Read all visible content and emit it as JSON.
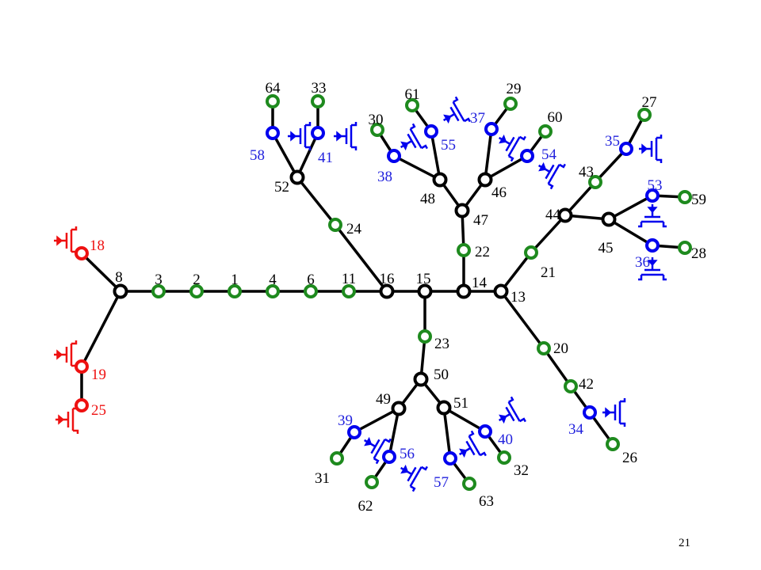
{
  "page_number": "21",
  "colors": {
    "line": "#000000",
    "bus_black": "#000000",
    "bus_green": "#1e8a1e",
    "bus_blue": "#0000ee",
    "bus_red": "#ee1111",
    "label_black": "#000000",
    "label_blue": "#2222dd",
    "label_red": "#ee1111"
  },
  "icon_legend": {
    "transformer_symbol": "transformer-icon"
  },
  "nodes": [
    {
      "id": "8",
      "color": "black"
    },
    {
      "id": "3",
      "color": "green"
    },
    {
      "id": "2",
      "color": "green"
    },
    {
      "id": "1",
      "color": "green"
    },
    {
      "id": "4",
      "color": "green"
    },
    {
      "id": "6",
      "color": "green"
    },
    {
      "id": "11",
      "color": "green"
    },
    {
      "id": "16",
      "color": "black"
    },
    {
      "id": "15",
      "color": "black"
    },
    {
      "id": "14",
      "color": "black"
    },
    {
      "id": "13",
      "color": "black"
    },
    {
      "id": "18",
      "color": "red"
    },
    {
      "id": "19",
      "color": "red"
    },
    {
      "id": "25",
      "color": "red"
    },
    {
      "id": "24",
      "color": "green"
    },
    {
      "id": "52",
      "color": "black"
    },
    {
      "id": "58",
      "color": "blue"
    },
    {
      "id": "41",
      "color": "blue"
    },
    {
      "id": "64",
      "color": "green"
    },
    {
      "id": "33",
      "color": "green"
    },
    {
      "id": "22",
      "color": "green"
    },
    {
      "id": "47",
      "color": "black"
    },
    {
      "id": "48",
      "color": "black"
    },
    {
      "id": "46",
      "color": "black"
    },
    {
      "id": "38",
      "color": "blue"
    },
    {
      "id": "30",
      "color": "green"
    },
    {
      "id": "55",
      "color": "blue"
    },
    {
      "id": "61",
      "color": "green"
    },
    {
      "id": "37",
      "color": "blue"
    },
    {
      "id": "29",
      "color": "green"
    },
    {
      "id": "54",
      "color": "blue"
    },
    {
      "id": "60",
      "color": "green"
    },
    {
      "id": "21",
      "color": "green"
    },
    {
      "id": "44",
      "color": "black"
    },
    {
      "id": "43",
      "color": "green"
    },
    {
      "id": "35",
      "color": "blue"
    },
    {
      "id": "27",
      "color": "green"
    },
    {
      "id": "45",
      "color": "black"
    },
    {
      "id": "53",
      "color": "blue"
    },
    {
      "id": "59",
      "color": "green"
    },
    {
      "id": "36",
      "color": "blue"
    },
    {
      "id": "28",
      "color": "green"
    },
    {
      "id": "20",
      "color": "green"
    },
    {
      "id": "42",
      "color": "green"
    },
    {
      "id": "34",
      "color": "blue"
    },
    {
      "id": "26",
      "color": "green"
    },
    {
      "id": "23",
      "color": "green"
    },
    {
      "id": "50",
      "color": "black"
    },
    {
      "id": "49",
      "color": "black"
    },
    {
      "id": "51",
      "color": "black"
    },
    {
      "id": "39",
      "color": "blue"
    },
    {
      "id": "31",
      "color": "green"
    },
    {
      "id": "56",
      "color": "blue"
    },
    {
      "id": "62",
      "color": "green"
    },
    {
      "id": "57",
      "color": "blue"
    },
    {
      "id": "63",
      "color": "green"
    },
    {
      "id": "40",
      "color": "blue"
    },
    {
      "id": "32",
      "color": "green"
    }
  ],
  "edges": [
    [
      "8",
      "3"
    ],
    [
      "3",
      "2"
    ],
    [
      "2",
      "1"
    ],
    [
      "1",
      "4"
    ],
    [
      "4",
      "6"
    ],
    [
      "6",
      "11"
    ],
    [
      "11",
      "16"
    ],
    [
      "16",
      "15"
    ],
    [
      "15",
      "14"
    ],
    [
      "14",
      "13"
    ],
    [
      "8",
      "18"
    ],
    [
      "8",
      "19"
    ],
    [
      "19",
      "25"
    ],
    [
      "16",
      "24"
    ],
    [
      "24",
      "52"
    ],
    [
      "52",
      "58"
    ],
    [
      "52",
      "41"
    ],
    [
      "58",
      "64"
    ],
    [
      "41",
      "33"
    ],
    [
      "14",
      "22"
    ],
    [
      "22",
      "47"
    ],
    [
      "47",
      "48"
    ],
    [
      "47",
      "46"
    ],
    [
      "48",
      "38"
    ],
    [
      "38",
      "30"
    ],
    [
      "48",
      "55"
    ],
    [
      "55",
      "61"
    ],
    [
      "46",
      "37"
    ],
    [
      "37",
      "29"
    ],
    [
      "46",
      "54"
    ],
    [
      "54",
      "60"
    ],
    [
      "13",
      "21"
    ],
    [
      "21",
      "44"
    ],
    [
      "44",
      "43"
    ],
    [
      "43",
      "35"
    ],
    [
      "35",
      "27"
    ],
    [
      "44",
      "45"
    ],
    [
      "45",
      "53"
    ],
    [
      "53",
      "59"
    ],
    [
      "45",
      "36"
    ],
    [
      "36",
      "28"
    ],
    [
      "13",
      "20"
    ],
    [
      "20",
      "42"
    ],
    [
      "42",
      "34"
    ],
    [
      "34",
      "26"
    ],
    [
      "15",
      "23"
    ],
    [
      "23",
      "50"
    ],
    [
      "50",
      "49"
    ],
    [
      "50",
      "51"
    ],
    [
      "49",
      "39"
    ],
    [
      "39",
      "31"
    ],
    [
      "49",
      "56"
    ],
    [
      "56",
      "62"
    ],
    [
      "51",
      "57"
    ],
    [
      "57",
      "63"
    ],
    [
      "51",
      "40"
    ],
    [
      "40",
      "32"
    ]
  ]
}
